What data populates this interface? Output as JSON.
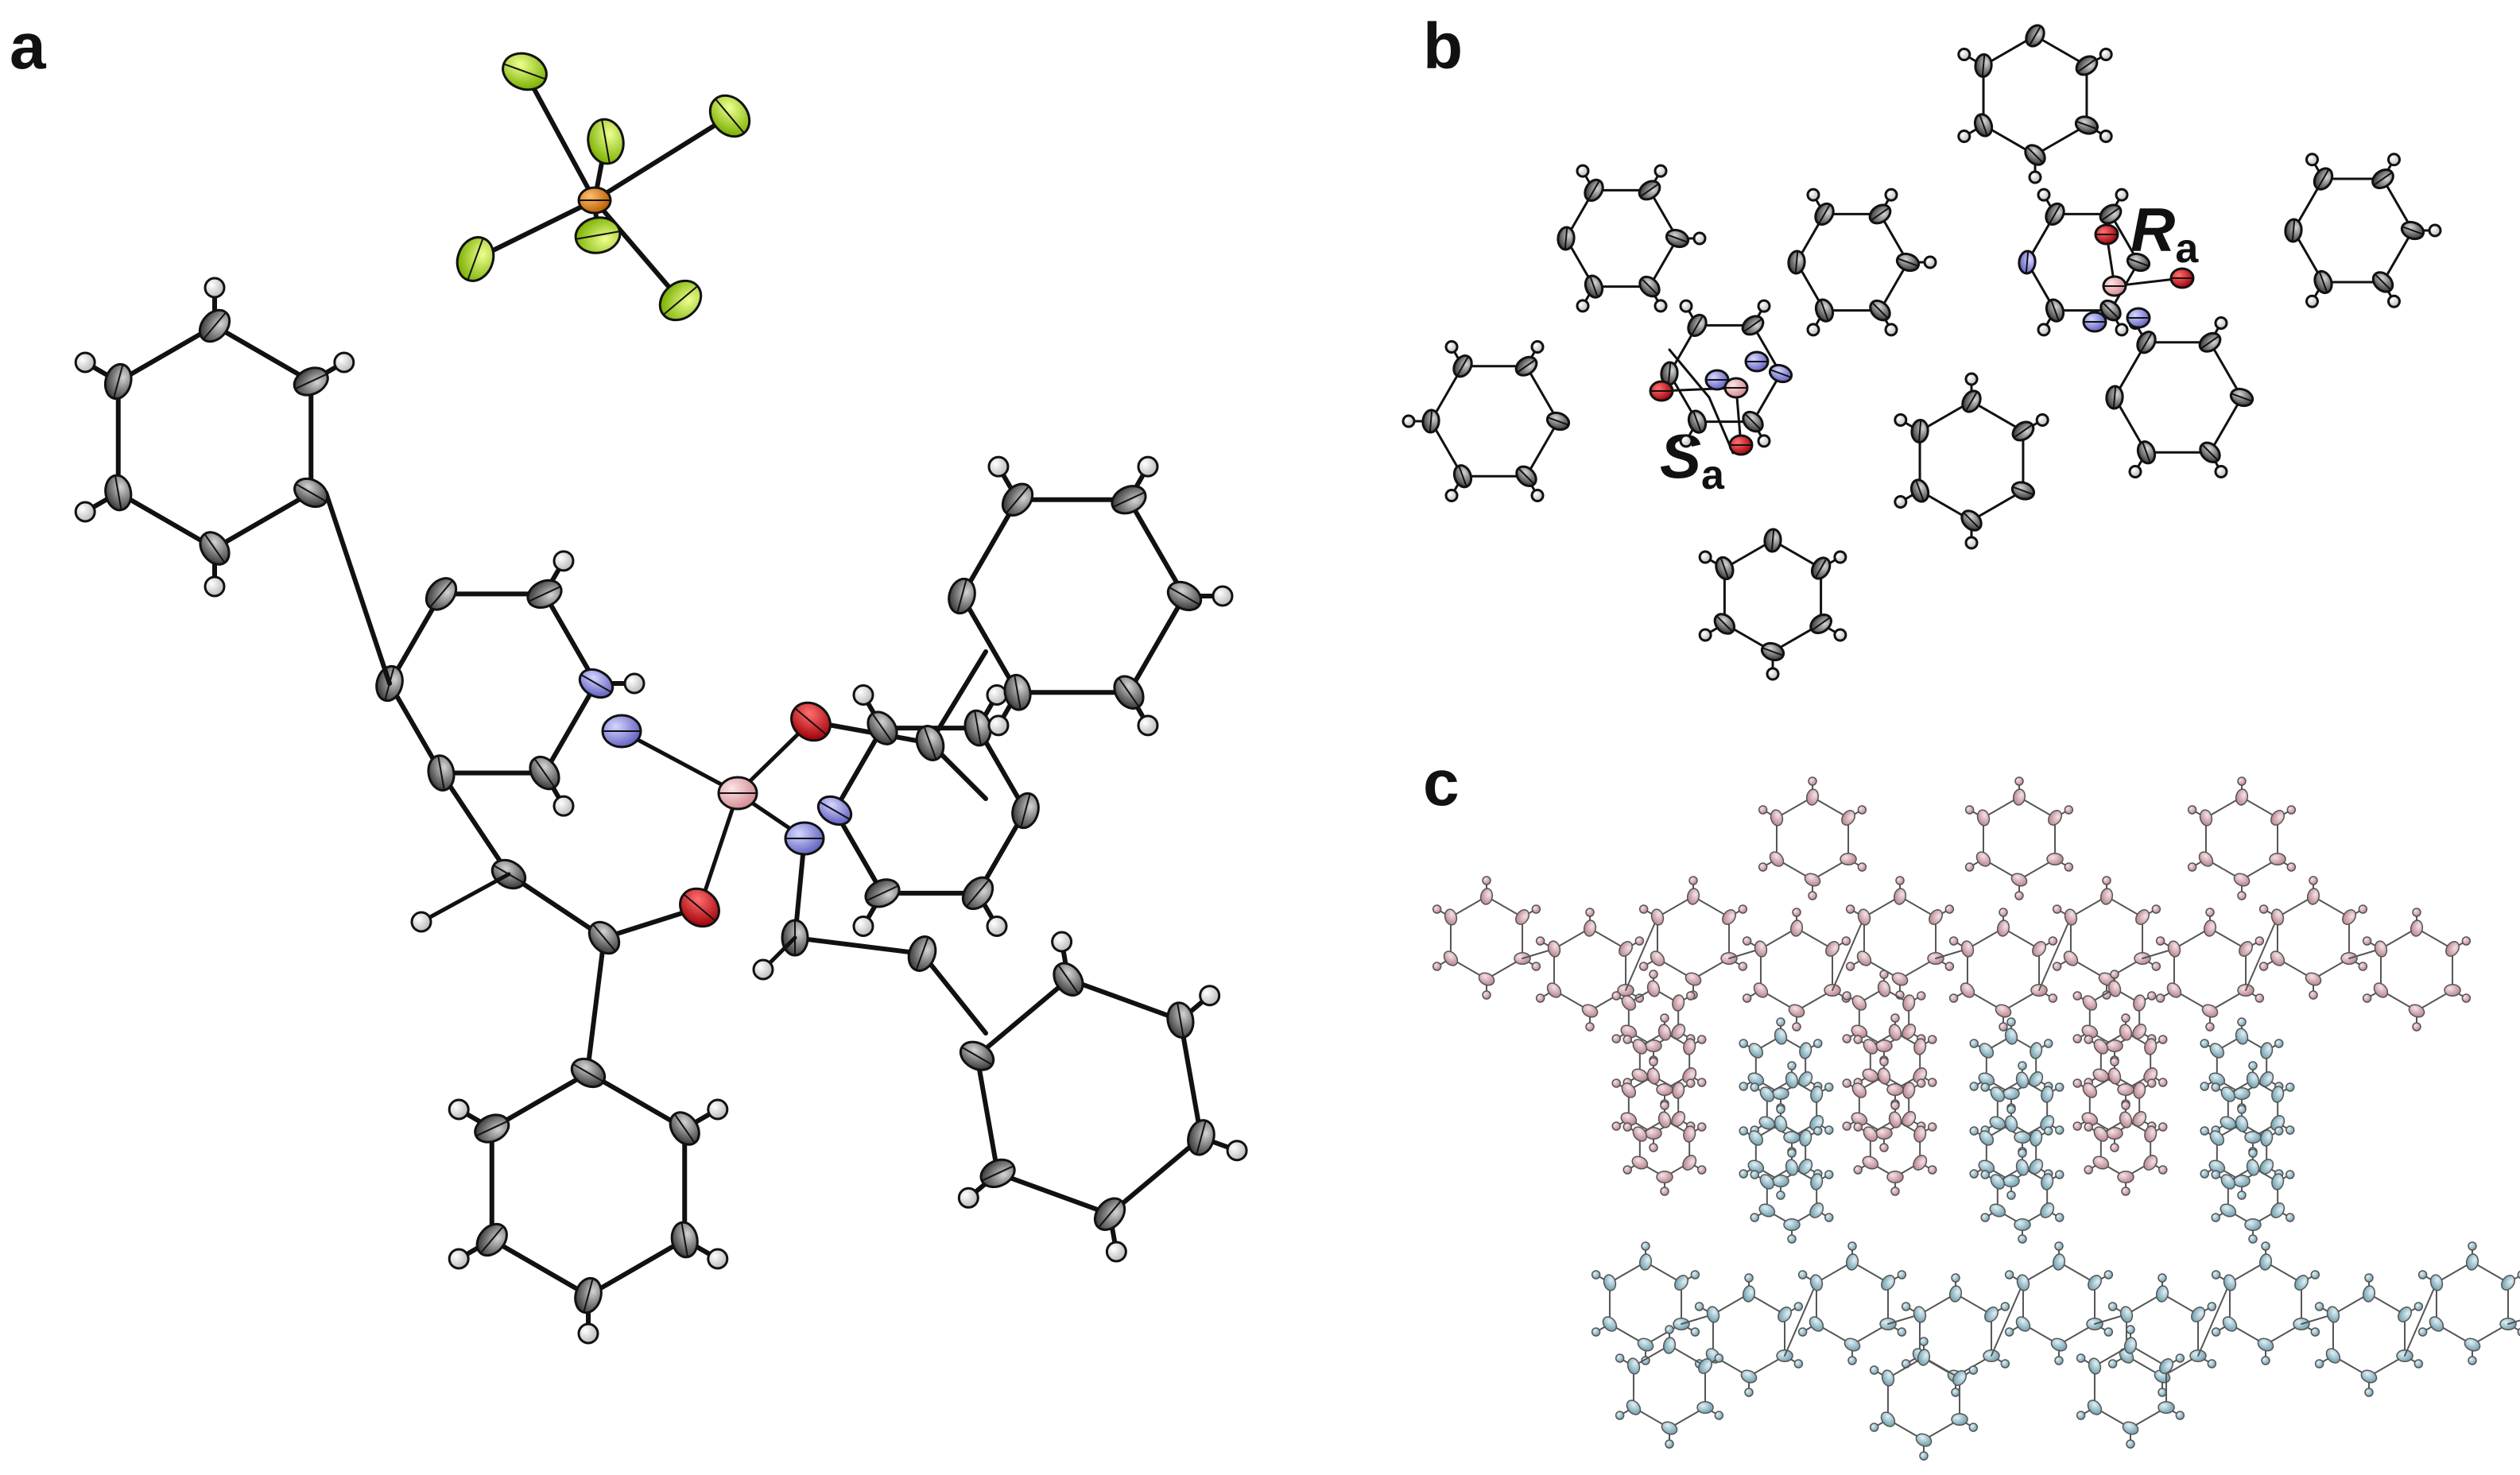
{
  "panels": {
    "a": "a",
    "b": "b",
    "c": "c"
  },
  "labels": {
    "sa_main": "S",
    "sa_sub": "a",
    "ra_main": "R",
    "ra_sub": "a"
  },
  "colors": {
    "carbon": "#7d7d7d",
    "hydrogen": "#e6e6e6",
    "nitrogen": "#8f8fe0",
    "oxygen": "#e0121a",
    "boron": "#f0b8bc",
    "fluorine": "#a8dd10",
    "phosphorus": "#e28a22",
    "pink_molecule": "#d8a6b0",
    "blue_molecule": "#8fbcc8"
  }
}
